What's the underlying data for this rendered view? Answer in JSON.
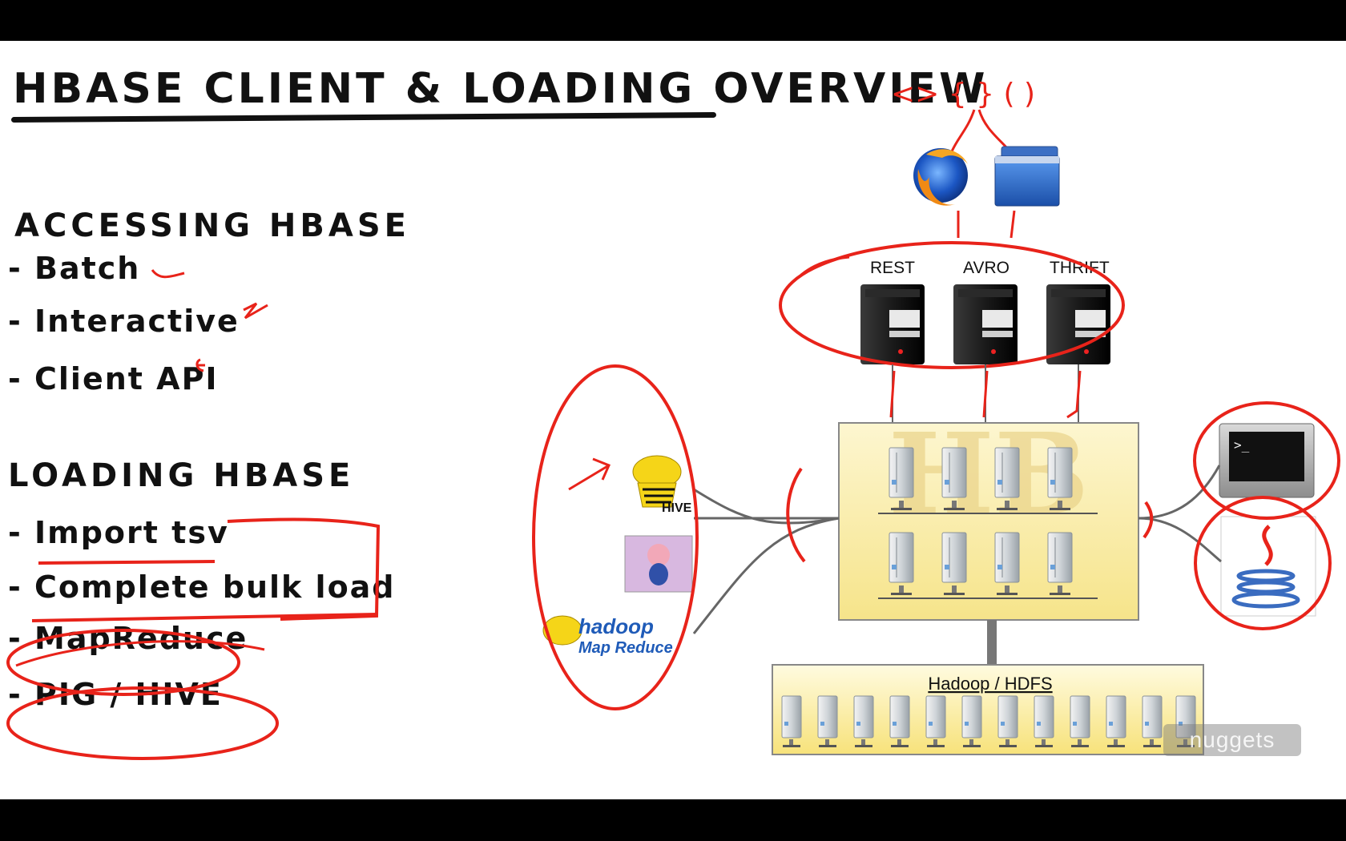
{
  "title": "HBASE CLIENT & LOADING OVERVIEW",
  "accessing": {
    "heading": "ACCESSING HBASE",
    "items": [
      "- Batch",
      "- Interactive",
      "- Client API"
    ]
  },
  "loading": {
    "heading": "LOADING HBASE",
    "items": [
      "- Import tsv",
      "- Complete bulk load",
      "- MapReduce",
      "- PIG / HIVE"
    ]
  },
  "gateways": [
    "REST",
    "AVRO",
    "THRIFT"
  ],
  "hdfs_label": "Hadoop / HDFS",
  "icons": {
    "browser": "firefox-icon",
    "app_window": "app-window-icon",
    "server": "server-tower-icon",
    "hive": "hive-logo",
    "pig": "pig-logo",
    "hadoop": "hadoop-mapreduce-logo",
    "terminal": "terminal-icon",
    "java": "java-icon"
  },
  "hive_logo_text": "HIVE",
  "hadoop_logo_text": "hadoop",
  "mapreduce_logo_text": "Map Reduce",
  "terminal_prompt": ">_",
  "annotation_top": "<> { } ( )",
  "watermark": "nuggets",
  "colors": {
    "ink_red": "#e8231a",
    "hbase_box": "#fbf1b8",
    "hdfs_box": "#fff3a8"
  }
}
